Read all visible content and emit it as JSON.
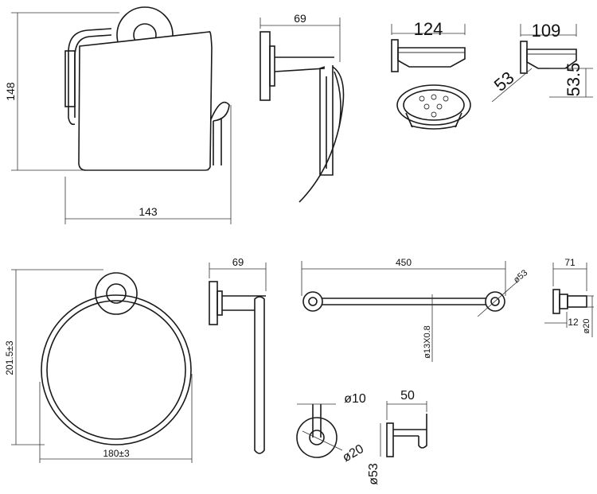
{
  "dimensions": {
    "paper_holder_height": "148",
    "paper_holder_width": "143",
    "paper_holder_depth": "69",
    "soap_dish_width": "124",
    "soap_dish_depth": "109",
    "soap_dish_flange_dia": "53",
    "soap_dish_height": "53.5",
    "ring_height": "201.5±3",
    "ring_width": "180±3",
    "ring_depth": "69",
    "bar_length": "450",
    "bar_flange_dia": "ø53",
    "bar_tube": "ø13X0.8",
    "bar_depth": "71",
    "bar_offset": "12",
    "bar_post_dia": "ø20",
    "hook_stem_dia": "ø10",
    "hook_flange_dia": "ø20",
    "hook_projection": "50",
    "hook_base_dia": "ø53"
  }
}
